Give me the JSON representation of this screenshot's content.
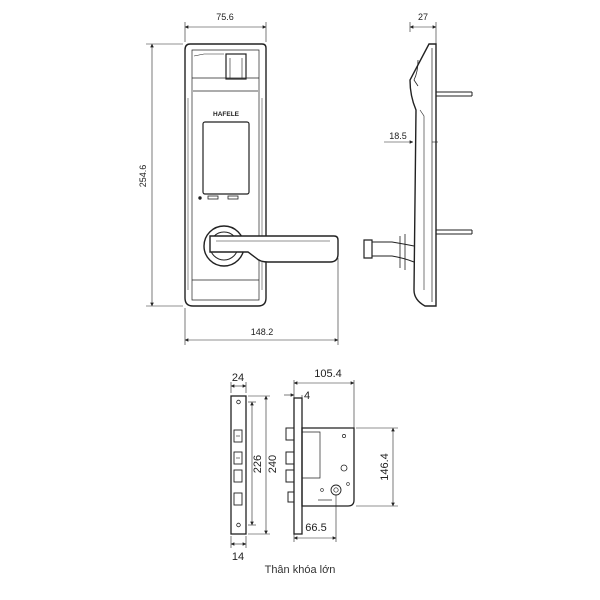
{
  "brand": "HAFELE",
  "dimensions": {
    "front_width": "75.6",
    "height": "254.6",
    "handle_length": "148.2",
    "side_depth": "27",
    "side_thickness": "18.5",
    "faceplate_width": "24",
    "faceplate_bottom": "14",
    "faceplate_hole_span": "226",
    "faceplate_height": "240",
    "body_width": "105.4",
    "body_offset": "4",
    "body_height": "146.4",
    "backset": "66.5"
  },
  "caption": "Thân khóa lớn"
}
